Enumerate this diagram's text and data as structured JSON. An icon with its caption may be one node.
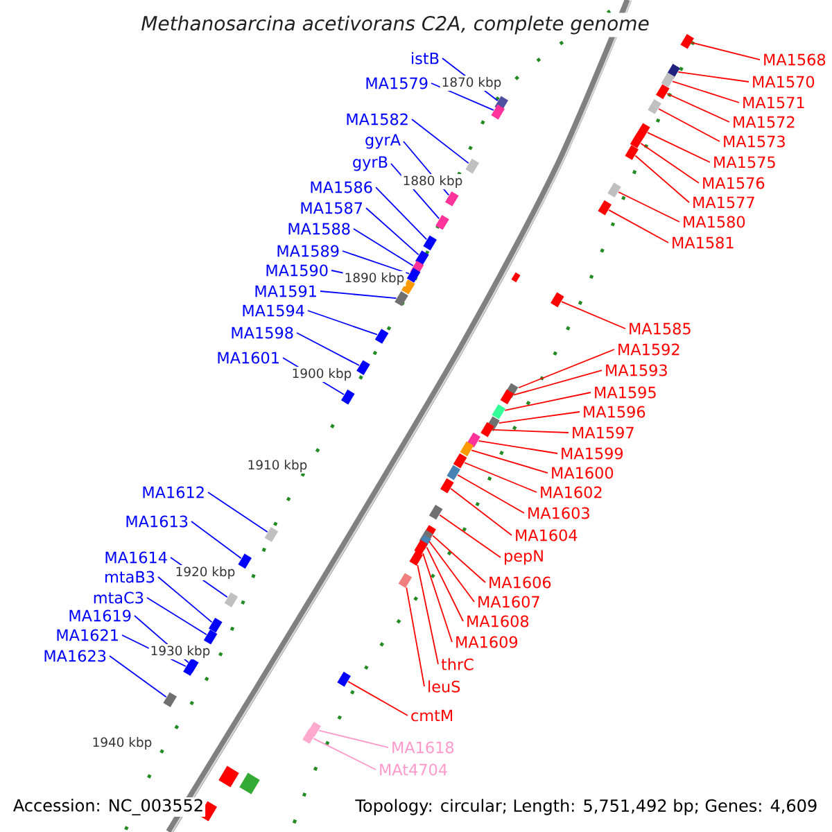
{
  "diagram": {
    "title": "Methanosarcina acetivorans C2A, complete genome",
    "nodes": [
      {
        "text": [
          "istB"
        ]
      },
      {
        "text": [
          "MA1579"
        ]
      },
      {
        "text": [
          "MA1582"
        ]
      },
      {
        "text": [
          "gyrA"
        ]
      },
      {
        "text": [
          "gyrB"
        ]
      },
      {
        "text": [
          "MA1586"
        ]
      },
      {
        "text": [
          "MA1587"
        ]
      },
      {
        "text": [
          "MA1588"
        ]
      },
      {
        "text": [
          "MA1589"
        ]
      },
      {
        "text": [
          "MA1590"
        ]
      },
      {
        "text": [
          "MA1591"
        ]
      },
      {
        "text": [
          "MA1594"
        ]
      },
      {
        "text": [
          "MA1598"
        ]
      },
      {
        "text": [
          "MA1601"
        ]
      },
      {
        "text": [
          "MA1612"
        ]
      },
      {
        "text": [
          "MA1613"
        ]
      },
      {
        "text": [
          "MA1614"
        ]
      },
      {
        "text": [
          "mtaB3"
        ]
      },
      {
        "text": [
          "mtaC3"
        ]
      },
      {
        "text": [
          "MA1619"
        ]
      },
      {
        "text": [
          "MA1621"
        ]
      },
      {
        "text": [
          "MA1623"
        ]
      },
      {
        "text": [
          "MA1568"
        ]
      },
      {
        "text": [
          "MA1570"
        ]
      },
      {
        "text": [
          "MA1571"
        ]
      },
      {
        "text": [
          "MA1572"
        ]
      },
      {
        "text": [
          "MA1573"
        ]
      },
      {
        "text": [
          "MA1575"
        ]
      },
      {
        "text": [
          "MA1576"
        ]
      },
      {
        "text": [
          "MA1577"
        ]
      },
      {
        "text": [
          "MA1580"
        ]
      },
      {
        "text": [
          "MA1581"
        ]
      },
      {
        "text": [
          "MA1585"
        ]
      },
      {
        "text": [
          "MA1592"
        ]
      },
      {
        "text": [
          "MA1593"
        ]
      },
      {
        "text": [
          "MA1595"
        ]
      },
      {
        "text": [
          "MA1596"
        ]
      },
      {
        "text": [
          "MA1597"
        ]
      },
      {
        "text": [
          "MA1599"
        ]
      },
      {
        "text": [
          "MA1600"
        ]
      },
      {
        "text": [
          "MA1602"
        ]
      },
      {
        "text": [
          "MA1603"
        ]
      },
      {
        "text": [
          "MA1604"
        ]
      },
      {
        "text": [
          "pepN"
        ]
      },
      {
        "text": [
          "MA1606"
        ]
      },
      {
        "text": [
          "MA1607"
        ]
      },
      {
        "text": [
          "MA1608"
        ]
      },
      {
        "text": [
          "MA1609"
        ]
      },
      {
        "text": [
          "thrC"
        ]
      },
      {
        "text": [
          "leuS"
        ]
      },
      {
        "text": [
          "cmtM"
        ]
      },
      {
        "text": [
          "MA1618"
        ]
      },
      {
        "text": [
          "MAt4704"
        ]
      },
      {
        "text": [],
        "shape": "bar"
      },
      {
        "text": [],
        "shape": "bar"
      },
      {
        "text": [],
        "shape": "bar"
      },
      {
        "text": [],
        "shape": "bar"
      },
      {
        "text": [],
        "shape": "bar"
      },
      {
        "text": [],
        "shape": "bar"
      },
      {
        "text": [],
        "shape": "bar"
      },
      {
        "text": [],
        "shape": "bar"
      },
      {
        "text": [],
        "shape": "bar"
      },
      {
        "text": [],
        "shape": "bar"
      },
      {
        "text": [],
        "shape": "bar"
      },
      {
        "text": [],
        "shape": "bar"
      },
      {
        "text": [],
        "shape": "bar"
      },
      {
        "text": [],
        "shape": "bar"
      },
      {
        "text": [],
        "shape": "bar"
      },
      {
        "text": [],
        "shape": "bar"
      },
      {
        "text": [],
        "shape": "bar"
      },
      {
        "text": [],
        "shape": "bar"
      },
      {
        "text": [],
        "shape": "bar"
      },
      {
        "text": [],
        "shape": "bar"
      },
      {
        "text": [],
        "shape": "bar"
      },
      {
        "text": [],
        "shape": "bar"
      },
      {
        "text": [],
        "shape": "bar"
      },
      {
        "text": [],
        "shape": "bar"
      },
      {
        "text": [],
        "shape": "bar"
      },
      {
        "text": [],
        "shape": "bar"
      },
      {
        "text": [],
        "shape": "bar"
      },
      {
        "text": [],
        "shape": "bar"
      },
      {
        "text": [],
        "shape": "bar"
      },
      {
        "text": [],
        "shape": "bar"
      },
      {
        "text": [],
        "shape": "bar"
      },
      {
        "text": [],
        "shape": "bar"
      },
      {
        "text": [],
        "shape": "bar"
      },
      {
        "text": [],
        "shape": "bar"
      },
      {
        "text": [],
        "shape": "bar"
      },
      {
        "text": [],
        "shape": "bar"
      },
      {
        "text": [],
        "shape": "bar"
      },
      {
        "text": [],
        "shape": "bar"
      },
      {
        "text": [],
        "shape": "bar"
      },
      {
        "text": [],
        "shape": "bar"
      },
      {
        "text": [],
        "shape": "bar"
      },
      {
        "text": [],
        "shape": "bar"
      },
      {
        "text": [],
        "shape": "bar"
      },
      {
        "text": [],
        "shape": "bar"
      },
      {
        "text": [],
        "shape": "bar"
      },
      {
        "text": [],
        "shape": "bar"
      },
      {
        "text": [],
        "shape": "bar"
      },
      {
        "text": [],
        "shape": "bar"
      },
      {
        "text": [],
        "shape": "bar"
      },
      {
        "text": [],
        "shape": "bar"
      },
      {
        "text": [],
        "shape": "bar"
      },
      {
        "text": [],
        "shape": "bar"
      },
      {
        "text": [],
        "shape": "bar"
      }
    ],
    "edges": [
      {
        "from": 0,
        "to": 53,
        "arrow": "none",
        "color": "#0000ff"
      },
      {
        "from": 1,
        "to": 54,
        "arrow": "none",
        "color": "#0000ff"
      },
      {
        "from": 2,
        "to": 55,
        "arrow": "none",
        "color": "#0000ff"
      },
      {
        "from": 3,
        "to": 56,
        "arrow": "none",
        "color": "#0000ff"
      },
      {
        "from": 4,
        "to": 57,
        "arrow": "none",
        "color": "#0000ff"
      },
      {
        "from": 5,
        "to": 58,
        "arrow": "none",
        "color": "#0000ff"
      },
      {
        "from": 6,
        "to": 59,
        "arrow": "none",
        "color": "#0000ff"
      },
      {
        "from": 7,
        "to": 60,
        "arrow": "none",
        "color": "#0000ff"
      },
      {
        "from": 8,
        "to": 61,
        "arrow": "none",
        "color": "#0000ff"
      },
      {
        "from": 9,
        "to": 62,
        "arrow": "none",
        "color": "#0000ff"
      },
      {
        "from": 10,
        "to": 63,
        "arrow": "none",
        "color": "#0000ff"
      },
      {
        "from": 11,
        "to": 64,
        "arrow": "none",
        "color": "#0000ff"
      },
      {
        "from": 12,
        "to": 65,
        "arrow": "none",
        "color": "#0000ff"
      },
      {
        "from": 13,
        "to": 66,
        "arrow": "none",
        "color": "#0000ff"
      },
      {
        "from": 14,
        "to": 67,
        "arrow": "none",
        "color": "#0000ff"
      },
      {
        "from": 15,
        "to": 68,
        "arrow": "none",
        "color": "#0000ff"
      },
      {
        "from": 16,
        "to": 69,
        "arrow": "none",
        "color": "#0000ff"
      },
      {
        "from": 17,
        "to": 70,
        "arrow": "none",
        "color": "#0000ff"
      },
      {
        "from": 18,
        "to": 71,
        "arrow": "none",
        "color": "#0000ff"
      },
      {
        "from": 19,
        "to": 72,
        "arrow": "none",
        "color": "#0000ff"
      },
      {
        "from": 20,
        "to": 73,
        "arrow": "none",
        "color": "#0000ff"
      },
      {
        "from": 21,
        "to": 74,
        "arrow": "none",
        "color": "#0000ff"
      },
      {
        "from": 22,
        "to": 75,
        "arrow": "none"
      },
      {
        "from": 23,
        "to": 76,
        "arrow": "none"
      },
      {
        "from": 24,
        "to": 77,
        "arrow": "none"
      },
      {
        "from": 25,
        "to": 78,
        "arrow": "none"
      },
      {
        "from": 26,
        "to": 79,
        "arrow": "none"
      },
      {
        "from": 27,
        "to": 80,
        "arrow": "none"
      },
      {
        "from": 28,
        "to": 81,
        "arrow": "none"
      },
      {
        "from": 29,
        "to": 82,
        "arrow": "none"
      },
      {
        "from": 30,
        "to": 83,
        "arrow": "none"
      },
      {
        "from": 31,
        "to": 84,
        "arrow": "none"
      },
      {
        "from": 32,
        "to": 85,
        "arrow": "none"
      },
      {
        "from": 33,
        "to": 86,
        "arrow": "none"
      },
      {
        "from": 34,
        "to": 87,
        "arrow": "none"
      },
      {
        "from": 35,
        "to": 88,
        "arrow": "none"
      },
      {
        "from": 36,
        "to": 89,
        "arrow": "none"
      },
      {
        "from": 37,
        "to": 90,
        "arrow": "none"
      },
      {
        "from": 38,
        "to": 91,
        "arrow": "none"
      },
      {
        "from": 39,
        "to": 92,
        "arrow": "none"
      },
      {
        "from": 40,
        "to": 93,
        "arrow": "none"
      },
      {
        "from": 41,
        "to": 94,
        "arrow": "none"
      },
      {
        "from": 42,
        "to": 95,
        "arrow": "none"
      },
      {
        "from": 43,
        "to": 96,
        "arrow": "none"
      },
      {
        "from": 44,
        "to": 97,
        "arrow": "none"
      },
      {
        "from": 45,
        "to": 98,
        "arrow": "none"
      },
      {
        "from": 46,
        "to": 99,
        "arrow": "none"
      },
      {
        "from": 47,
        "to": 100,
        "arrow": "none"
      },
      {
        "from": 48,
        "to": 101,
        "arrow": "none"
      },
      {
        "from": 49,
        "to": 102,
        "arrow": "none"
      },
      {
        "from": 50,
        "to": 103,
        "arrow": "none"
      },
      {
        "from": 51,
        "to": 104,
        "arrow": "none",
        "color": "#ff99cc"
      },
      {
        "from": 52,
        "to": 105,
        "arrow": "none",
        "color": "#ff99cc"
      }
    ],
    "labels": [
      "1870 kbp",
      "1880 kbp",
      "1890 kbp",
      "1900 kbp",
      "1910 kbp",
      "1920 kbp",
      "1930 kbp",
      "1940 kbp",
      "Accession: NC_003552",
      "Topology: circular; Length: 5,751,492 bp; Genes: 4,609"
    ]
  }
}
